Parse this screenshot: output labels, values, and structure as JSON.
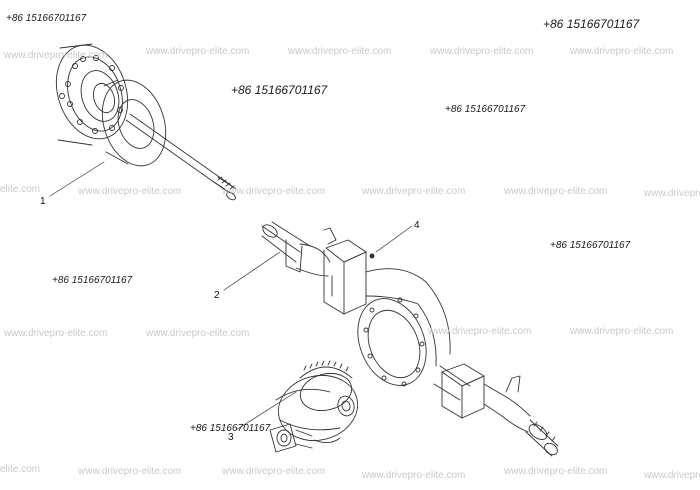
{
  "watermark_text": "www.drivepro-elite.com",
  "watermark_left_fragment": "elite.com",
  "phone_number": "+86 15166701167",
  "callouts": [
    "1",
    "2",
    "3",
    "4"
  ],
  "colors": {
    "line": "#333333",
    "watermark": "#c9c9c9",
    "phone": "#1a1a1a"
  }
}
